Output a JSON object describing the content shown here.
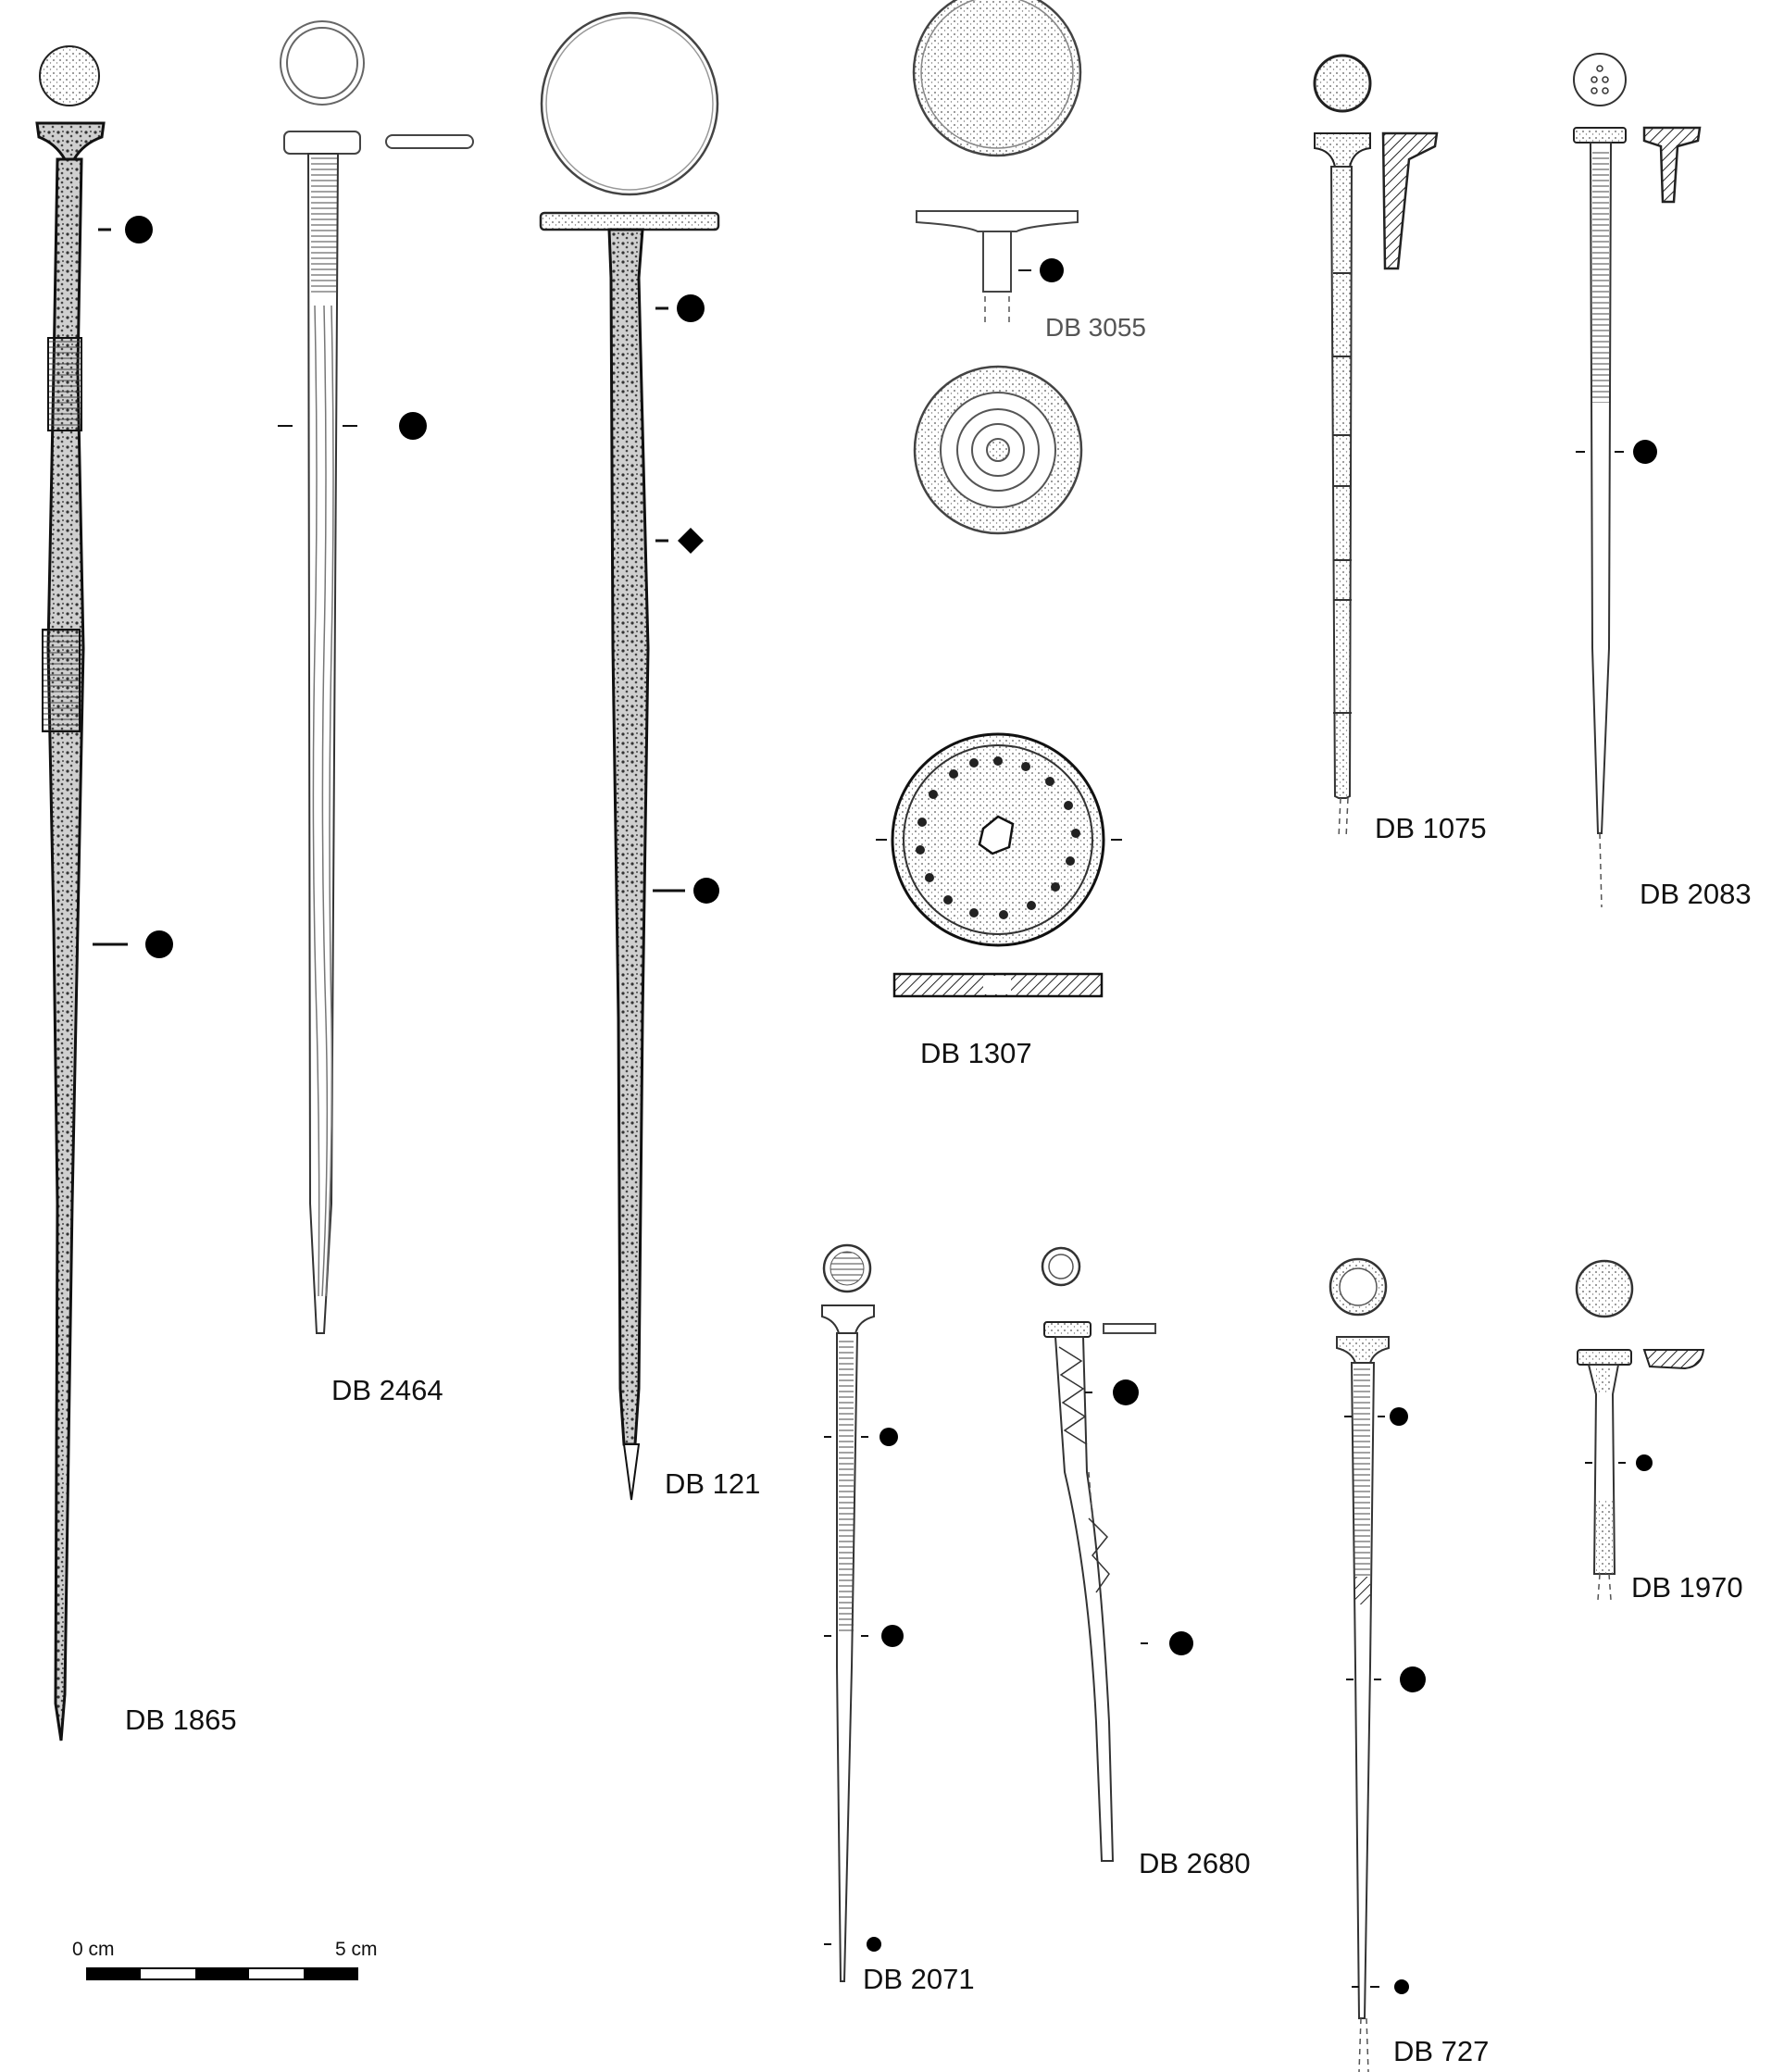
{
  "figure": {
    "labels": {
      "db1865": "DB 1865",
      "db2464": "DB 2464",
      "db121": "DB 121",
      "db3055": "DB 3055",
      "db1307": "DB 1307",
      "db1075": "DB 1075",
      "db2083": "DB 2083",
      "db2071": "DB 2071",
      "db2680": "DB 2680",
      "db727": "DB 727",
      "db1970": "DB 1970"
    },
    "scale": {
      "start_label": "0 cm",
      "end_label": "5 cm"
    }
  }
}
